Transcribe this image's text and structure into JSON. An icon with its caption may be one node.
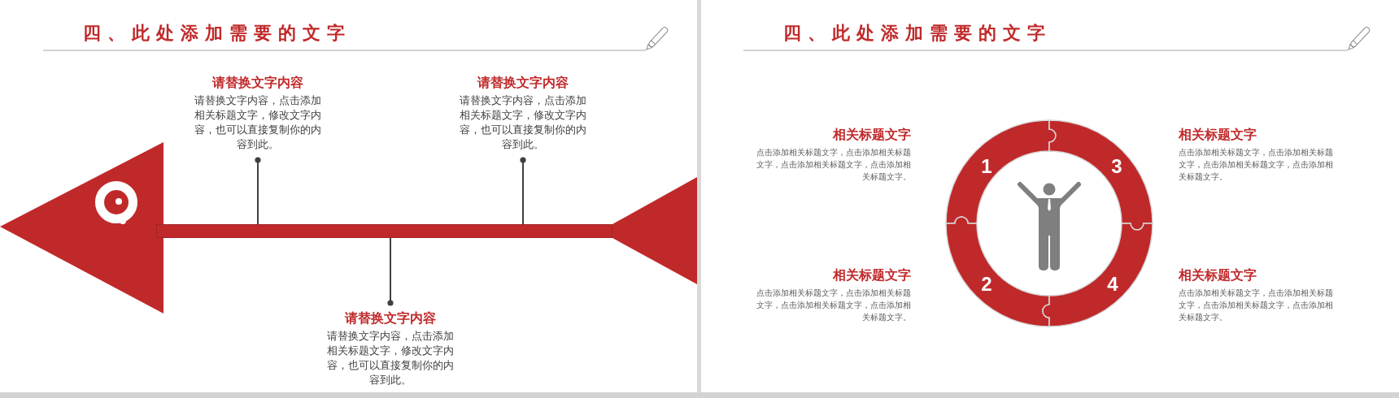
{
  "diagram": {
    "title": "四、此处添加需要的文字",
    "nodes": [
      {
        "text": [
          "请替换文字内容",
          "请替换文字内容，点击添加相关标题文字，修改文字内容，也可以直接复制你的内容到此。"
        ]
      },
      {
        "text": [
          "请替换文字内容",
          "请替换文字内容，点击添加相关标题文字，修改文字内容，也可以直接复制你的内容到此。"
        ]
      },
      {
        "text": [],
        "shape": "bar"
      },
      {
        "text": [
          "请替换文字内容",
          "请替换文字内容，点击添加相关标题文字，修改文字内容，也可以直接复制你的内容到此。"
        ]
      },
      {
        "text": [
          "1"
        ],
        "beside": [
          "相关标题文字",
          "点击添加相关标题文字，点击添加相关标题文字，点击添加相关标题文字，点击添加相关标题文字。"
        ]
      },
      {
        "text": [
          "2"
        ],
        "beside": [
          "相关标题文字",
          "点击添加相关标题文字，点击添加相关标题文字，点击添加相关标题文字，点击添加相关标题文字。"
        ]
      },
      {
        "text": [
          "3"
        ],
        "beside": [
          "相关标题文字",
          "点击添加相关标题文字，点击添加相关标题文字，点击添加相关标题文字，点击添加相关标题文字。"
        ]
      },
      {
        "text": [
          "4"
        ],
        "beside": [
          "相关标题文字",
          "点击添加相关标题文字，点击添加相关标题文字，点击添加相关标题文字，点击添加相关标题文字。"
        ]
      }
    ],
    "edges": [
      {
        "from": 0,
        "to": 2,
        "arrow": "other"
      },
      {
        "from": 1,
        "to": 2,
        "arrow": "other"
      },
      {
        "from": 3,
        "to": 2,
        "arrow": "other"
      }
    ],
    "labels": [
      "四、此处添加需要的文字"
    ]
  }
}
